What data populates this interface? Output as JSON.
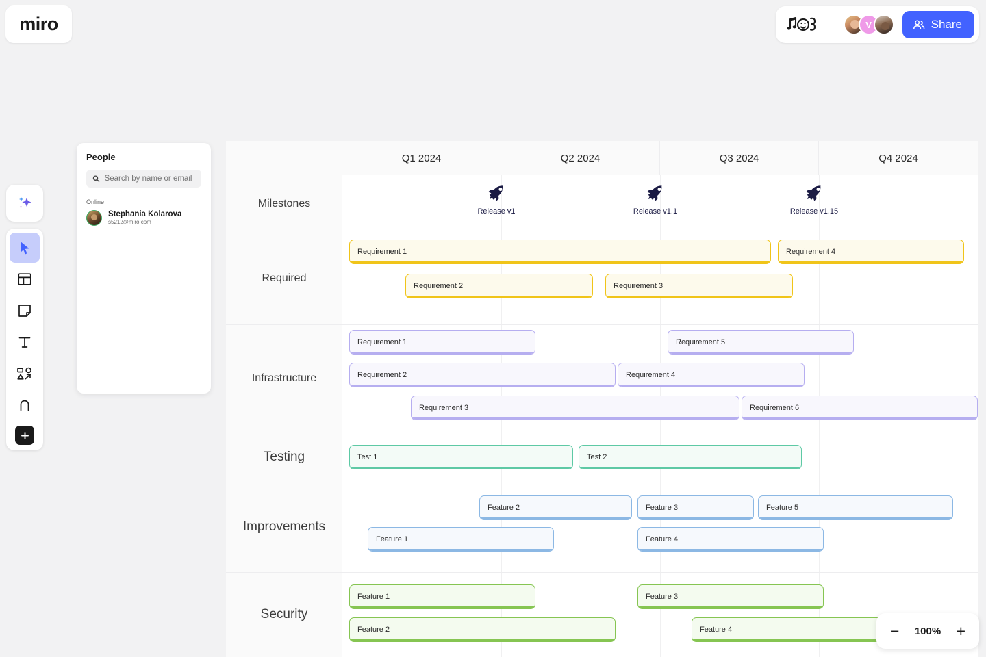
{
  "app": {
    "logo": "miro"
  },
  "topbar": {
    "doodle_icon": "music-doodle-icon",
    "avatars": [
      {
        "name": "avatar-photo-1",
        "initial": ""
      },
      {
        "name": "avatar-initial-v",
        "initial": "V"
      },
      {
        "name": "avatar-photo-2",
        "initial": ""
      }
    ],
    "share_label": "Share"
  },
  "toolbar": {
    "items": [
      {
        "name": "ai-sparkle-icon",
        "label": "AI"
      },
      {
        "name": "cursor-icon",
        "label": "Select",
        "active": true
      },
      {
        "name": "templates-icon",
        "label": "Templates"
      },
      {
        "name": "sticky-note-icon",
        "label": "Sticky note"
      },
      {
        "name": "text-icon",
        "label": "Text"
      },
      {
        "name": "shapes-icon",
        "label": "Shapes and connectors"
      },
      {
        "name": "pen-icon",
        "label": "Pen"
      },
      {
        "name": "plus-icon",
        "label": "More apps"
      }
    ]
  },
  "people_panel": {
    "title": "People",
    "search_placeholder": "Search by name or email",
    "search_value": "",
    "section_label": "Online",
    "person": {
      "name": "Stephania Kolarova",
      "email": "s5212@miro.com"
    }
  },
  "timeline": {
    "columns": [
      "Q1 2024",
      "Q2 2024",
      "Q3 2024",
      "Q4 2024"
    ],
    "lanes": [
      {
        "label": "Milestones"
      },
      {
        "label": "Required"
      },
      {
        "label": "Infrastructure"
      },
      {
        "label": "Testing"
      },
      {
        "label": "Improvements"
      },
      {
        "label": "Security"
      }
    ],
    "milestones": [
      {
        "label": "Release v1",
        "icon": "rocket-icon"
      },
      {
        "label": "Release v1.1",
        "icon": "rocket-icon"
      },
      {
        "label": "Release v1.15",
        "icon": "rocket-icon"
      }
    ],
    "bars": {
      "required": [
        {
          "label": "Requirement 1"
        },
        {
          "label": "Requirement 4"
        },
        {
          "label": "Requirement 2"
        },
        {
          "label": "Requirement 3"
        }
      ],
      "infrastructure": [
        {
          "label": "Requirement 1"
        },
        {
          "label": "Requirement 5"
        },
        {
          "label": "Requirement 2"
        },
        {
          "label": "Requirement 4"
        },
        {
          "label": "Requirement 3"
        },
        {
          "label": "Requirement 6"
        }
      ],
      "testing": [
        {
          "label": "Test 1"
        },
        {
          "label": "Test 2"
        }
      ],
      "improvements": [
        {
          "label": "Feature 2"
        },
        {
          "label": "Feature 3"
        },
        {
          "label": "Feature 5"
        },
        {
          "label": "Feature 1"
        },
        {
          "label": "Feature 4"
        }
      ],
      "security": [
        {
          "label": "Feature 1"
        },
        {
          "label": "Feature 3"
        },
        {
          "label": "Feature 2"
        },
        {
          "label": "Feature 4"
        }
      ]
    }
  },
  "zoom": {
    "out_label": "−",
    "value": "100%",
    "in_label": "+"
  },
  "colors": {
    "accent": "#4262ff",
    "required": "#f0c419",
    "infrastructure": "#b6aef0",
    "testing": "#5ec9a5",
    "improvements": "#8cb8e4",
    "security": "#86c552",
    "milestone": "#1b1b44"
  }
}
